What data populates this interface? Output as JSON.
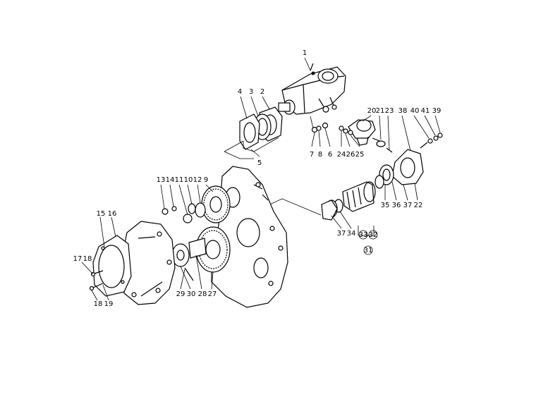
{
  "callouts": [
    {
      "id": "c1",
      "label": "1"
    },
    {
      "id": "c4",
      "label": "4"
    },
    {
      "id": "c3",
      "label": "3"
    },
    {
      "id": "c2",
      "label": "2"
    },
    {
      "id": "c5",
      "label": "5"
    },
    {
      "id": "c7",
      "label": "7"
    },
    {
      "id": "c8",
      "label": "8"
    },
    {
      "id": "c6",
      "label": "6"
    },
    {
      "id": "c24",
      "label": "24"
    },
    {
      "id": "c26",
      "label": "26"
    },
    {
      "id": "c25",
      "label": "25"
    },
    {
      "id": "c20",
      "label": "20"
    },
    {
      "id": "c21",
      "label": "21"
    },
    {
      "id": "c23",
      "label": "23"
    },
    {
      "id": "c38",
      "label": "38"
    },
    {
      "id": "c40",
      "label": "40"
    },
    {
      "id": "c41",
      "label": "41"
    },
    {
      "id": "c39",
      "label": "39"
    },
    {
      "id": "c13",
      "label": "13"
    },
    {
      "id": "c14",
      "label": "14"
    },
    {
      "id": "c11",
      "label": "11"
    },
    {
      "id": "c10",
      "label": "10"
    },
    {
      "id": "c12",
      "label": "12"
    },
    {
      "id": "c9",
      "label": "9"
    },
    {
      "id": "c15",
      "label": "15"
    },
    {
      "id": "c16",
      "label": "16"
    },
    {
      "id": "c17",
      "label": "17"
    },
    {
      "id": "c18a",
      "label": "18"
    },
    {
      "id": "c18b",
      "label": "18"
    },
    {
      "id": "c19",
      "label": "19"
    },
    {
      "id": "c29",
      "label": "29"
    },
    {
      "id": "c30",
      "label": "30"
    },
    {
      "id": "c28",
      "label": "28"
    },
    {
      "id": "c27",
      "label": "27"
    },
    {
      "id": "c35",
      "label": "35"
    },
    {
      "id": "c36",
      "label": "36"
    },
    {
      "id": "c37a",
      "label": "37"
    },
    {
      "id": "c22",
      "label": "22"
    },
    {
      "id": "c37b",
      "label": "37"
    },
    {
      "id": "c34",
      "label": "34"
    },
    {
      "id": "c33",
      "label": "33"
    },
    {
      "id": "c32",
      "label": "32"
    },
    {
      "id": "c31",
      "label": "31"
    }
  ]
}
